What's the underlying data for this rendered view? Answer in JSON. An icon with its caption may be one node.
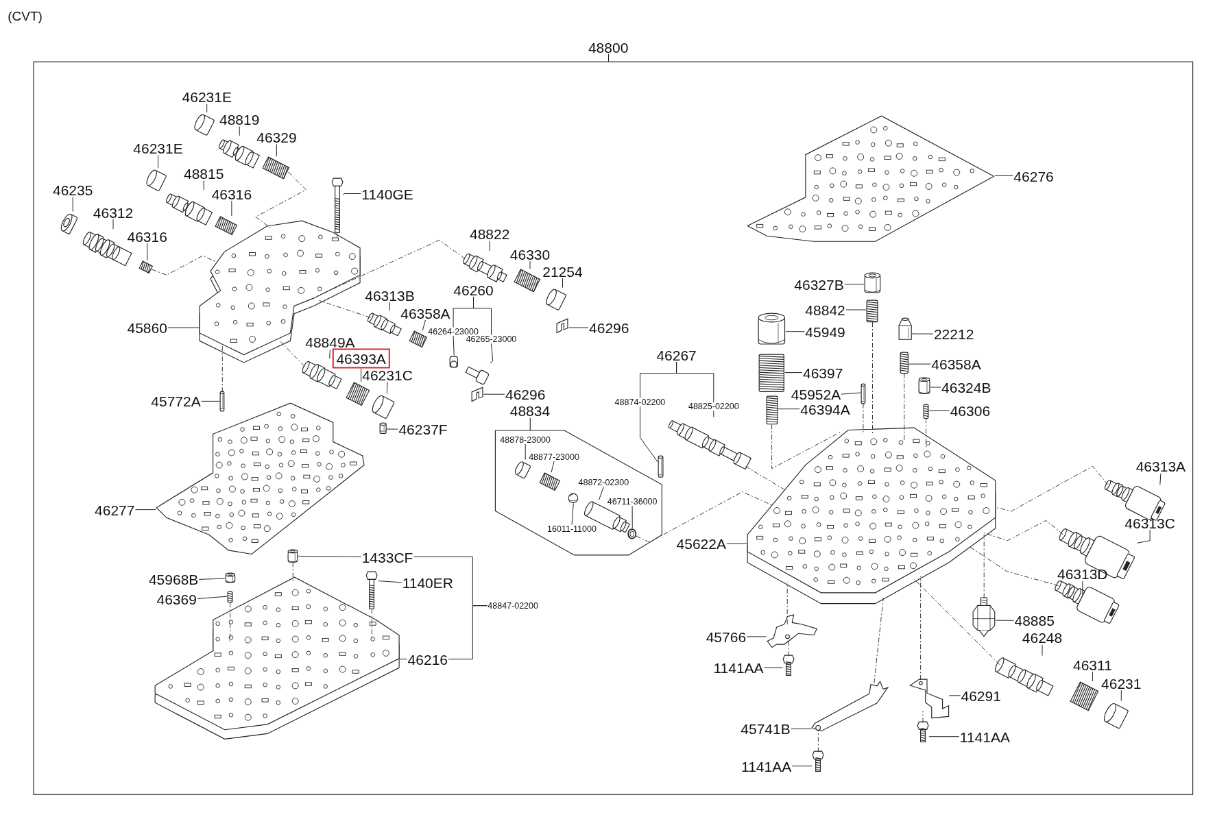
{
  "diagram": {
    "title": "(CVT)",
    "nodes": [
      {
        "text": [
          "48800"
        ]
      },
      {
        "text": [
          "46231E"
        ],
        "in": 0
      },
      {
        "text": [
          "48819"
        ],
        "in": 0
      },
      {
        "text": [
          "46329"
        ],
        "in": 0
      },
      {
        "text": [
          "46231E"
        ],
        "in": 0
      },
      {
        "text": [
          "48815"
        ],
        "in": 0
      },
      {
        "text": [
          "46316"
        ],
        "in": 0
      },
      {
        "text": [
          "1140GE"
        ],
        "in": 0
      },
      {
        "text": [
          "46235"
        ],
        "in": 0
      },
      {
        "text": [
          "46312"
        ],
        "in": 0
      },
      {
        "text": [
          "46316"
        ],
        "in": 0
      },
      {
        "text": [
          "45860"
        ],
        "in": 0
      },
      {
        "text": [
          "45772A"
        ],
        "in": 0
      },
      {
        "text": [
          "48849A"
        ],
        "in": 0
      },
      {
        "text": [
          "46393A"
        ],
        "in": 0
      },
      {
        "text": [
          "46231C"
        ],
        "in": 0
      },
      {
        "text": [
          "46237F"
        ],
        "in": 0
      },
      {
        "text": [
          "46277"
        ],
        "in": 0
      },
      {
        "text": [
          "45968B"
        ],
        "in": 0
      },
      {
        "text": [
          "46369"
        ],
        "in": 0
      },
      {
        "text": [
          "1433CF"
        ],
        "in": 0
      },
      {
        "text": [
          "1140ER"
        ],
        "in": 0
      },
      {
        "text": [
          "46216"
        ],
        "in": 0
      },
      {
        "text": [
          "48847-02200"
        ],
        "in": 0
      },
      {
        "text": [
          "48822"
        ],
        "in": 0
      },
      {
        "text": [
          "46330"
        ],
        "in": 0
      },
      {
        "text": [
          "21254"
        ],
        "in": 0
      },
      {
        "text": [
          "46260"
        ],
        "in": 0
      },
      {
        "text": [
          "46264-23000"
        ],
        "in": 0
      },
      {
        "text": [
          "46265-23000"
        ],
        "in": 0
      },
      {
        "text": [
          "46296"
        ],
        "in": 0
      },
      {
        "text": [
          "46296"
        ],
        "in": 0
      },
      {
        "text": [
          "48834"
        ],
        "in": 0
      },
      {
        "text": [
          "48878-23000"
        ],
        "in": 32
      },
      {
        "text": [
          "48877-23000"
        ],
        "in": 32
      },
      {
        "text": [
          "48872-02300"
        ],
        "in": 32
      },
      {
        "text": [
          "46711-36000"
        ],
        "in": 32
      },
      {
        "text": [
          "16011-11000"
        ],
        "in": 32
      },
      {
        "text": [
          "46267"
        ],
        "in": 0
      },
      {
        "text": [
          "48874-02200"
        ],
        "in": 0
      },
      {
        "text": [
          "48825-02200"
        ],
        "in": 0
      },
      {
        "text": [
          "46276"
        ],
        "in": 0
      },
      {
        "text": [
          "46327B"
        ],
        "in": 0
      },
      {
        "text": [
          "48842"
        ],
        "in": 0
      },
      {
        "text": [
          "45949"
        ],
        "in": 0
      },
      {
        "text": [
          "22212"
        ],
        "in": 0
      },
      {
        "text": [
          "46397"
        ],
        "in": 0
      },
      {
        "text": [
          "46358A"
        ],
        "in": 0
      },
      {
        "text": [
          "45952A"
        ],
        "in": 0
      },
      {
        "text": [
          "46324B"
        ],
        "in": 0
      },
      {
        "text": [
          "46394A"
        ],
        "in": 0
      },
      {
        "text": [
          "46306"
        ],
        "in": 0
      },
      {
        "text": [
          "46313A"
        ],
        "in": 0
      },
      {
        "text": [
          "46313C"
        ],
        "in": 0
      },
      {
        "text": [
          "45622A"
        ],
        "in": 0
      },
      {
        "text": [
          "46313D"
        ],
        "in": 0
      },
      {
        "text": [
          "48885"
        ],
        "in": 0
      },
      {
        "text": [
          "46248"
        ],
        "in": 0
      },
      {
        "text": [
          "45766"
        ],
        "in": 0
      },
      {
        "text": [
          "46311"
        ],
        "in": 0
      },
      {
        "text": [
          "46231"
        ],
        "in": 0
      },
      {
        "text": [
          "1141AA"
        ],
        "in": 0
      },
      {
        "text": [
          "46291"
        ],
        "in": 0
      },
      {
        "text": [
          "45741B"
        ],
        "in": 0
      },
      {
        "text": [
          "1141AA"
        ],
        "in": 0
      },
      {
        "text": [
          "1141AA"
        ],
        "in": 0
      },
      {
        "text": [
          "46313B"
        ],
        "in": 0
      },
      {
        "text": [
          "46358A"
        ],
        "in": 0
      },
      {
        "text": [],
        "shape": "picture",
        "in": 0
      },
      {
        "text": [],
        "shape": "picture",
        "in": 0
      },
      {
        "text": [],
        "shape": "picture",
        "in": 0
      },
      {
        "text": [],
        "shape": "picture",
        "in": 0
      },
      {
        "text": [],
        "shape": "picture",
        "in": 0
      },
      {
        "text": [],
        "shape": "picture",
        "in": 0
      },
      {
        "text": [],
        "shape": "picture",
        "in": 0
      },
      {
        "text": [],
        "shape": "picture",
        "in": 0
      },
      {
        "text": [],
        "shape": "picture",
        "in": 0
      },
      {
        "text": [],
        "shape": "picture",
        "in": 0
      },
      {
        "text": [],
        "shape": "picture",
        "in": 0
      },
      {
        "text": [],
        "shape": "picture",
        "in": 0
      },
      {
        "text": [],
        "shape": "picture",
        "in": 0
      },
      {
        "text": [],
        "shape": "picture",
        "in": 0
      },
      {
        "text": [],
        "shape": "picture",
        "in": 0
      },
      {
        "text": [],
        "shape": "picture",
        "in": 0
      },
      {
        "text": [],
        "shape": "picture",
        "in": 0
      },
      {
        "text": [],
        "shape": "picture",
        "in": 0
      },
      {
        "text": [],
        "shape": "picture",
        "in": 0
      },
      {
        "text": [],
        "shape": "picture",
        "in": 0
      },
      {
        "text": [],
        "shape": "picture",
        "in": 0
      },
      {
        "text": [],
        "shape": "picture",
        "in": 0
      },
      {
        "text": [],
        "shape": "picture",
        "in": 0
      },
      {
        "text": [],
        "shape": "picture",
        "in": 0
      },
      {
        "text": [],
        "shape": "picture",
        "in": 0
      },
      {
        "text": [],
        "shape": "picture",
        "in": 0
      },
      {
        "text": [],
        "shape": "picture",
        "in": 0
      },
      {
        "text": [],
        "shape": "picture",
        "in": 0
      },
      {
        "text": [],
        "shape": "picture",
        "in": 0
      },
      {
        "text": [],
        "shape": "picture",
        "in": 32
      },
      {
        "text": [],
        "shape": "picture",
        "in": 32
      },
      {
        "text": [],
        "shape": "picture",
        "in": 32
      },
      {
        "text": [],
        "shape": "picture",
        "in": 32
      },
      {
        "text": [],
        "shape": "picture",
        "in": 32
      },
      {
        "text": [],
        "shape": "picture",
        "in": 0
      },
      {
        "text": [],
        "shape": "picture",
        "in": 0
      },
      {
        "text": [],
        "shape": "picture",
        "in": 0
      },
      {
        "text": [],
        "shape": "picture",
        "in": 0
      },
      {
        "text": [],
        "shape": "picture",
        "in": 0
      },
      {
        "text": [],
        "shape": "picture",
        "in": 0
      },
      {
        "text": [],
        "shape": "picture",
        "in": 0
      },
      {
        "text": [],
        "shape": "picture",
        "in": 0
      },
      {
        "text": [],
        "shape": "picture",
        "in": 0
      },
      {
        "text": [],
        "shape": "picture",
        "in": 0
      },
      {
        "text": [],
        "shape": "picture",
        "in": 0
      },
      {
        "text": [],
        "shape": "picture",
        "in": 0
      },
      {
        "text": [],
        "shape": "picture",
        "in": 0
      },
      {
        "text": [],
        "shape": "picture",
        "in": 0
      },
      {
        "text": [],
        "shape": "picture",
        "in": 0
      },
      {
        "text": [],
        "shape": "picture",
        "in": 0
      },
      {
        "text": [],
        "shape": "picture",
        "in": 0
      },
      {
        "text": [],
        "shape": "picture",
        "in": 0
      },
      {
        "text": [],
        "shape": "picture",
        "in": 0
      },
      {
        "text": [],
        "shape": "picture",
        "in": 0
      },
      {
        "text": [],
        "shape": "picture",
        "in": 0
      },
      {
        "text": [],
        "shape": "picture",
        "in": 0
      },
      {
        "text": [],
        "shape": "picture",
        "in": 0
      },
      {
        "text": [],
        "shape": "picture",
        "in": 0
      },
      {
        "text": [],
        "shape": "picture",
        "in": 0
      },
      {
        "text": [],
        "shape": "picture",
        "in": 0
      },
      {
        "text": [],
        "shape": "picture",
        "in": 0
      },
      {
        "text": [],
        "shape": "picture",
        "in": 0
      },
      {
        "text": [],
        "shape": "picture",
        "in": 0
      }
    ],
    "edges": [
      {
        "from": 1,
        "to": 68,
        "arrow": "none"
      },
      {
        "from": 2,
        "to": 69,
        "arrow": "none"
      },
      {
        "from": 3,
        "to": 70,
        "arrow": "none"
      },
      {
        "from": 4,
        "to": 71,
        "arrow": "none"
      },
      {
        "from": 5,
        "to": 72,
        "arrow": "none"
      },
      {
        "from": 6,
        "to": 73,
        "arrow": "none"
      },
      {
        "from": 7,
        "to": 77,
        "arrow": "none"
      },
      {
        "from": 8,
        "to": 74,
        "arrow": "none"
      },
      {
        "from": 9,
        "to": 75,
        "arrow": "none"
      },
      {
        "from": 10,
        "to": 76,
        "arrow": "none"
      },
      {
        "from": 11,
        "to": 78,
        "arrow": "none"
      },
      {
        "from": 12,
        "to": 79,
        "arrow": "none"
      },
      {
        "from": 13,
        "to": 80,
        "arrow": "none"
      },
      {
        "from": 14,
        "to": 81,
        "arrow": "none"
      },
      {
        "from": 15,
        "to": 82,
        "arrow": "none"
      },
      {
        "from": 16,
        "to": 83,
        "arrow": "none"
      },
      {
        "from": 17,
        "to": 84,
        "arrow": "none"
      },
      {
        "from": 18,
        "to": 85,
        "arrow": "none"
      },
      {
        "from": 19,
        "to": 86,
        "arrow": "none"
      },
      {
        "from": 20,
        "to": 87,
        "arrow": "none"
      },
      {
        "from": 21,
        "to": 88,
        "arrow": "none"
      },
      {
        "from": 22,
        "to": 89,
        "arrow": "none"
      },
      {
        "from": 23,
        "to": 20,
        "arrow": "none"
      },
      {
        "from": 23,
        "to": 22,
        "arrow": "none"
      },
      {
        "from": 24,
        "to": 90,
        "arrow": "none"
      },
      {
        "from": 25,
        "to": 91,
        "arrow": "none"
      },
      {
        "from": 26,
        "to": 92,
        "arrow": "none"
      },
      {
        "from": 27,
        "to": 28,
        "arrow": "none"
      },
      {
        "from": 27,
        "to": 29,
        "arrow": "none"
      },
      {
        "from": 28,
        "to": 93,
        "arrow": "none"
      },
      {
        "from": 29,
        "to": 94,
        "arrow": "none"
      },
      {
        "from": 30,
        "to": 95,
        "arrow": "none"
      },
      {
        "from": 31,
        "to": 96,
        "arrow": "none"
      },
      {
        "from": 33,
        "to": 97,
        "arrow": "none"
      },
      {
        "from": 34,
        "to": 98,
        "arrow": "none"
      },
      {
        "from": 35,
        "to": 100,
        "arrow": "none"
      },
      {
        "from": 36,
        "to": 101,
        "arrow": "none"
      },
      {
        "from": 37,
        "to": 99,
        "arrow": "none"
      },
      {
        "from": 38,
        "to": 39,
        "arrow": "none"
      },
      {
        "from": 38,
        "to": 40,
        "arrow": "none"
      },
      {
        "from": 39,
        "to": 102,
        "arrow": "none"
      },
      {
        "from": 40,
        "to": 103,
        "arrow": "none"
      },
      {
        "from": 41,
        "to": 104,
        "arrow": "none"
      },
      {
        "from": 42,
        "to": 105,
        "arrow": "none"
      },
      {
        "from": 43,
        "to": 106,
        "arrow": "none"
      },
      {
        "from": 44,
        "to": 107,
        "arrow": "none"
      },
      {
        "from": 45,
        "to": 108,
        "arrow": "none"
      },
      {
        "from": 46,
        "to": 109,
        "arrow": "none"
      },
      {
        "from": 47,
        "to": 110,
        "arrow": "none"
      },
      {
        "from": 48,
        "to": 111,
        "arrow": "none"
      },
      {
        "from": 49,
        "to": 112,
        "arrow": "none"
      },
      {
        "from": 50,
        "to": 113,
        "arrow": "none"
      },
      {
        "from": 51,
        "to": 114,
        "arrow": "none"
      },
      {
        "from": 52,
        "to": 116,
        "arrow": "none"
      },
      {
        "from": 53,
        "to": 117,
        "arrow": "none"
      },
      {
        "from": 54,
        "to": 115,
        "arrow": "none"
      },
      {
        "from": 55,
        "to": 118,
        "arrow": "none"
      },
      {
        "from": 56,
        "to": 119,
        "arrow": "none"
      },
      {
        "from": 57,
        "to": 120,
        "arrow": "none"
      },
      {
        "from": 58,
        "to": 123,
        "arrow": "none"
      },
      {
        "from": 59,
        "to": 121,
        "arrow": "none"
      },
      {
        "from": 60,
        "to": 122,
        "arrow": "none"
      },
      {
        "from": 61,
        "to": 124,
        "arrow": "none"
      },
      {
        "from": 62,
        "to": 125,
        "arrow": "none"
      },
      {
        "from": 63,
        "to": 127,
        "arrow": "none"
      },
      {
        "from": 64,
        "to": 126,
        "arrow": "none"
      },
      {
        "from": 65,
        "to": 128,
        "arrow": "none"
      },
      {
        "from": 66,
        "to": 129,
        "arrow": "none"
      },
      {
        "from": 67,
        "to": 130,
        "arrow": "none"
      },
      {
        "from": 70,
        "to": 78,
        "arrow": "none",
        "style": "dashed"
      },
      {
        "from": 76,
        "to": 78,
        "arrow": "none",
        "style": "dashed"
      },
      {
        "from": 77,
        "to": 78,
        "arrow": "none",
        "style": "dashed"
      },
      {
        "from": 90,
        "to": 78,
        "arrow": "none",
        "style": "dashed"
      },
      {
        "from": 78,
        "to": 79,
        "arrow": "none",
        "style": "dashed"
      },
      {
        "from": 129,
        "to": 78,
        "arrow": "none",
        "style": "dashed"
      },
      {
        "from": 80,
        "to": 78,
        "arrow": "none",
        "style": "dashed"
      },
      {
        "from": 87,
        "to": 89,
        "arrow": "none",
        "style": "dashed"
      },
      {
        "from": 88,
        "to": 89,
        "arrow": "none",
        "style": "dashed"
      },
      {
        "from": 86,
        "to": 89,
        "arrow": "none",
        "style": "dashed"
      },
      {
        "from": 106,
        "to": 115,
        "arrow": "none",
        "style": "dashed"
      },
      {
        "from": 113,
        "to": 115,
        "arrow": "none",
        "style": "dashed"
      },
      {
        "from": 111,
        "to": 115,
        "arrow": "none",
        "style": "dashed"
      },
      {
        "from": 110,
        "to": 115,
        "arrow": "none",
        "style": "dashed"
      },
      {
        "from": 114,
        "to": 115,
        "arrow": "none",
        "style": "dashed"
      },
      {
        "from": 101,
        "to": 115,
        "arrow": "none",
        "style": "dashed"
      },
      {
        "from": 103,
        "to": 115,
        "arrow": "none",
        "style": "dashed"
      },
      {
        "from": 120,
        "to": 115,
        "arrow": "none",
        "style": "dashed"
      },
      {
        "from": 116,
        "to": 115,
        "arrow": "none",
        "style": "dashed"
      },
      {
        "from": 117,
        "to": 115,
        "arrow": "none",
        "style": "dashed"
      },
      {
        "from": 118,
        "to": 115,
        "arrow": "none",
        "style": "dashed"
      },
      {
        "from": 119,
        "to": 115,
        "arrow": "none",
        "style": "dashed"
      },
      {
        "from": 124,
        "to": 123,
        "arrow": "none",
        "style": "dashed"
      },
      {
        "from": 123,
        "to": 115,
        "arrow": "none",
        "style": "dashed"
      },
      {
        "from": 126,
        "to": 125,
        "arrow": "none",
        "style": "dashed"
      },
      {
        "from": 125,
        "to": 115,
        "arrow": "none",
        "style": "dashed"
      },
      {
        "from": 128,
        "to": 127,
        "arrow": "none",
        "style": "dashed"
      },
      {
        "from": 127,
        "to": 115,
        "arrow": "none",
        "style": "dashed"
      }
    ]
  }
}
